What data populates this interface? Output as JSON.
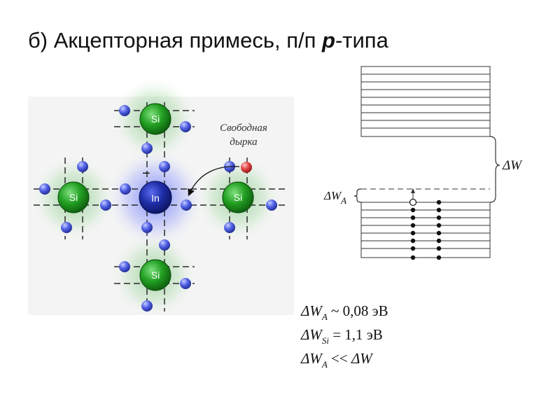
{
  "title": {
    "prefix": "б) Акцепторная примесь, п/п ",
    "type_letter": "p",
    "suffix": "-типа"
  },
  "lattice": {
    "si_label": "Si",
    "in_label": "In",
    "minus_sign": "−",
    "hole_label_line1": "Свободная",
    "hole_label_line2": "дырка"
  },
  "band": {
    "delta_w_label": "ΔW",
    "delta_wa_label": "ΔW",
    "delta_wa_sub": "A"
  },
  "formulas": {
    "f1_delta": "ΔW",
    "f1_sub": "A",
    "f1_rest": " ~ 0,08 эВ",
    "f2_delta": "ΔW",
    "f2_sub": "Si",
    "f2_rest": " = 1,1 эВ",
    "f3_delta": "ΔW",
    "f3_sub": "A",
    "f3_mid": " << ",
    "f3_end": "ΔW"
  },
  "colors": {
    "si_atom": "#1e8a1e",
    "in_atom": "#1a2a9a",
    "electron": "#4a5be0",
    "hole": "#e03a3a",
    "si_glow": "#4caf50",
    "in_glow": "#3b4cff"
  }
}
